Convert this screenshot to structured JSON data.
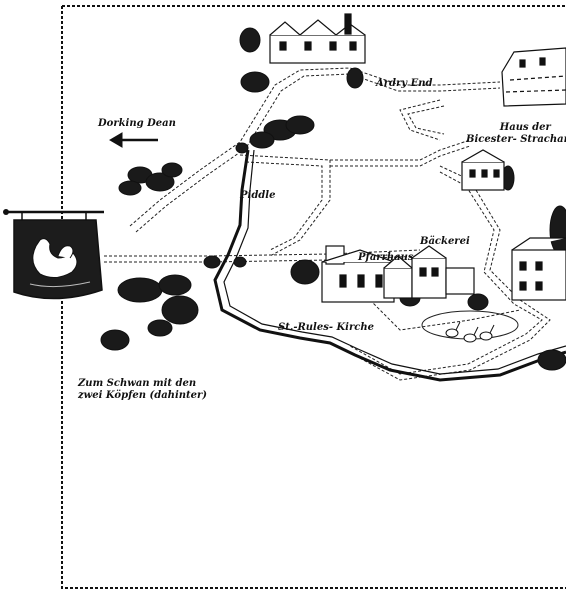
{
  "colors": {
    "ink": "#111111",
    "paper": "#ffffff"
  },
  "labels": {
    "ardry_end": "Ardry End",
    "dorking_dean": "Dorking Dean",
    "haus_line1": "Haus der",
    "haus_line2": "Bicester- Strachans",
    "piddle": "Piddle",
    "baeckerei": "Bäckerei",
    "pfarrhaus": "Pfarrhaus",
    "kirche": "St.-Rules- Kirche",
    "schwan_line1": "Zum Schwan mit den",
    "schwan_line2": "zwei Köpfen (dahinter)"
  },
  "icons": {
    "arrow": "arrow-left-icon",
    "inn_sign": "swan-inn-sign-icon"
  }
}
